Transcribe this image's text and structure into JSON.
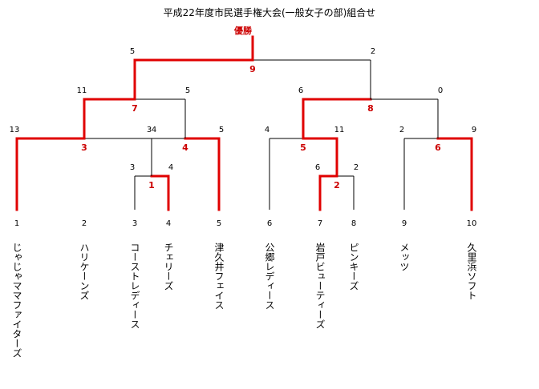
{
  "title": "平成22年度市民選手権大会(一般女子の部)組合せ",
  "champion_label": "優勝",
  "teams": [
    {
      "seed": "1",
      "name": "じゃじゃママファイターズ"
    },
    {
      "seed": "2",
      "name": "ハリケーンズ"
    },
    {
      "seed": "3",
      "name": "コーストレディース"
    },
    {
      "seed": "4",
      "name": "チェリーズ"
    },
    {
      "seed": "5",
      "name": "津久井フェイス"
    },
    {
      "seed": "6",
      "name": "公郷レディース"
    },
    {
      "seed": "7",
      "name": "岩戸ビューティーズ"
    },
    {
      "seed": "8",
      "name": "ピンキーズ"
    },
    {
      "seed": "9",
      "name": "メッツ"
    },
    {
      "seed": "10",
      "name": "久里浜ソフト"
    }
  ],
  "matches": [
    {
      "number": "1",
      "left_score": "3",
      "right_score": "4",
      "winner": "right"
    },
    {
      "number": "2",
      "left_score": "6",
      "right_score": "2",
      "winner": "left"
    },
    {
      "number": "3",
      "left_score": "13",
      "right_score": "4",
      "winner": "left"
    },
    {
      "number": "4",
      "left_score": "3",
      "right_score": "5",
      "winner": "right"
    },
    {
      "number": "5",
      "left_score": "4",
      "right_score": "11",
      "winner": "right"
    },
    {
      "number": "6",
      "left_score": "2",
      "right_score": "9",
      "winner": "right"
    },
    {
      "number": "7",
      "left_score": "11",
      "right_score": "5",
      "winner": "left"
    },
    {
      "number": "8",
      "left_score": "6",
      "right_score": "0",
      "winner": "left"
    },
    {
      "number": "9",
      "left_score": "5",
      "right_score": "2",
      "winner": "left"
    }
  ]
}
